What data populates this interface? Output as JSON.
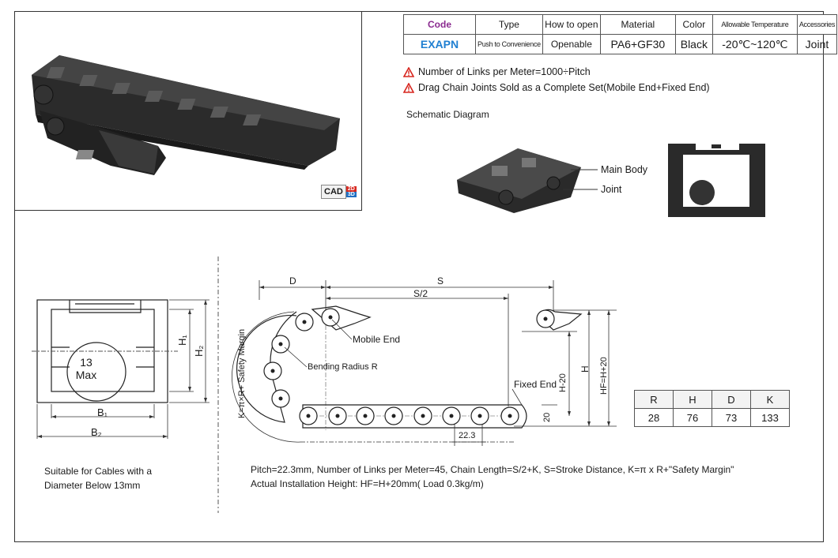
{
  "cad_badge": {
    "cad": "CAD",
    "d2": "2D",
    "d3": "3D"
  },
  "spec_table": {
    "headers": [
      "Code",
      "Type",
      "How to open",
      "Material",
      "Color",
      "Allowable Temperature",
      "Accessories"
    ],
    "row": [
      "EXAPN",
      "Push to Convenience",
      "Openable",
      "PA6+GF30",
      "Black",
      "-20℃~120℃",
      "Joint"
    ]
  },
  "notes": [
    "Number of Links per Meter=1000÷Pitch",
    "Drag Chain Joints Sold as a Complete Set(Mobile End+Fixed End)"
  ],
  "schematic": {
    "title": "Schematic Diagram",
    "main_body": "Main Body",
    "joint": "Joint"
  },
  "cross_section": {
    "cable_size": "13",
    "cable_max": "Max",
    "b1": "B₁",
    "b2": "B₂",
    "h1": "H₁",
    "h2": "H₂",
    "suitable_line1": "Suitable for Cables with a",
    "suitable_line2": "Diameter Below 13mm"
  },
  "side_view": {
    "d": "D",
    "s": "S",
    "s_half": "S/2",
    "k_label": "K=π×R+ Safety Margin",
    "mobile_end": "Mobile End",
    "bending_radius": "Bending Radius R",
    "fixed_end": "Fixed End",
    "h_minus_20": "H-20",
    "h": "H",
    "hf": "HF=H+20",
    "pitch_dim": "22.3",
    "twenty": "20"
  },
  "formula": {
    "line1": "Pitch=22.3mm, Number of Links per Meter=45, Chain Length=S/2+K, S=Stroke Distance, K=π x R+\"Safety Margin\"",
    "line2": "Actual Installation Height: HF=H+20mm( Load 0.3kg/m)"
  },
  "dims_table": {
    "headers": [
      "R",
      "H",
      "D",
      "K"
    ],
    "values": [
      "28",
      "76",
      "73",
      "133"
    ]
  },
  "colors": {
    "code_purple": "#8a2a8f",
    "exapn_blue": "#1f7fd1",
    "warn_red": "#d7261e"
  }
}
